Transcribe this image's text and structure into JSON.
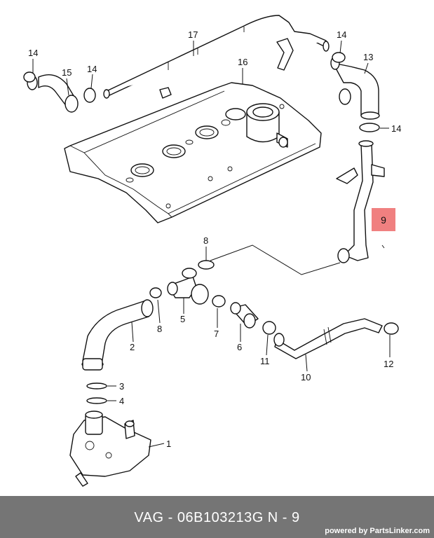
{
  "diagram": {
    "callouts": {
      "c1": "1",
      "c2": "2",
      "c3": "3",
      "c4": "4",
      "c5": "5",
      "c6": "6",
      "c7": "7",
      "c8a": "8",
      "c8b": "8",
      "c10": "10",
      "c11": "11",
      "c12": "12",
      "c13": "13",
      "c14a": "14",
      "c14b": "14",
      "c14c": "14",
      "c14d": "14",
      "c15": "15",
      "c16": "16",
      "c17": "17"
    },
    "highlighted_part": "9",
    "highlight_color": "#f08080"
  },
  "footer": {
    "title": "VAG - 06B103213G     N - 9",
    "credit": "powered by PartsLinker.com",
    "background": "#757575"
  }
}
